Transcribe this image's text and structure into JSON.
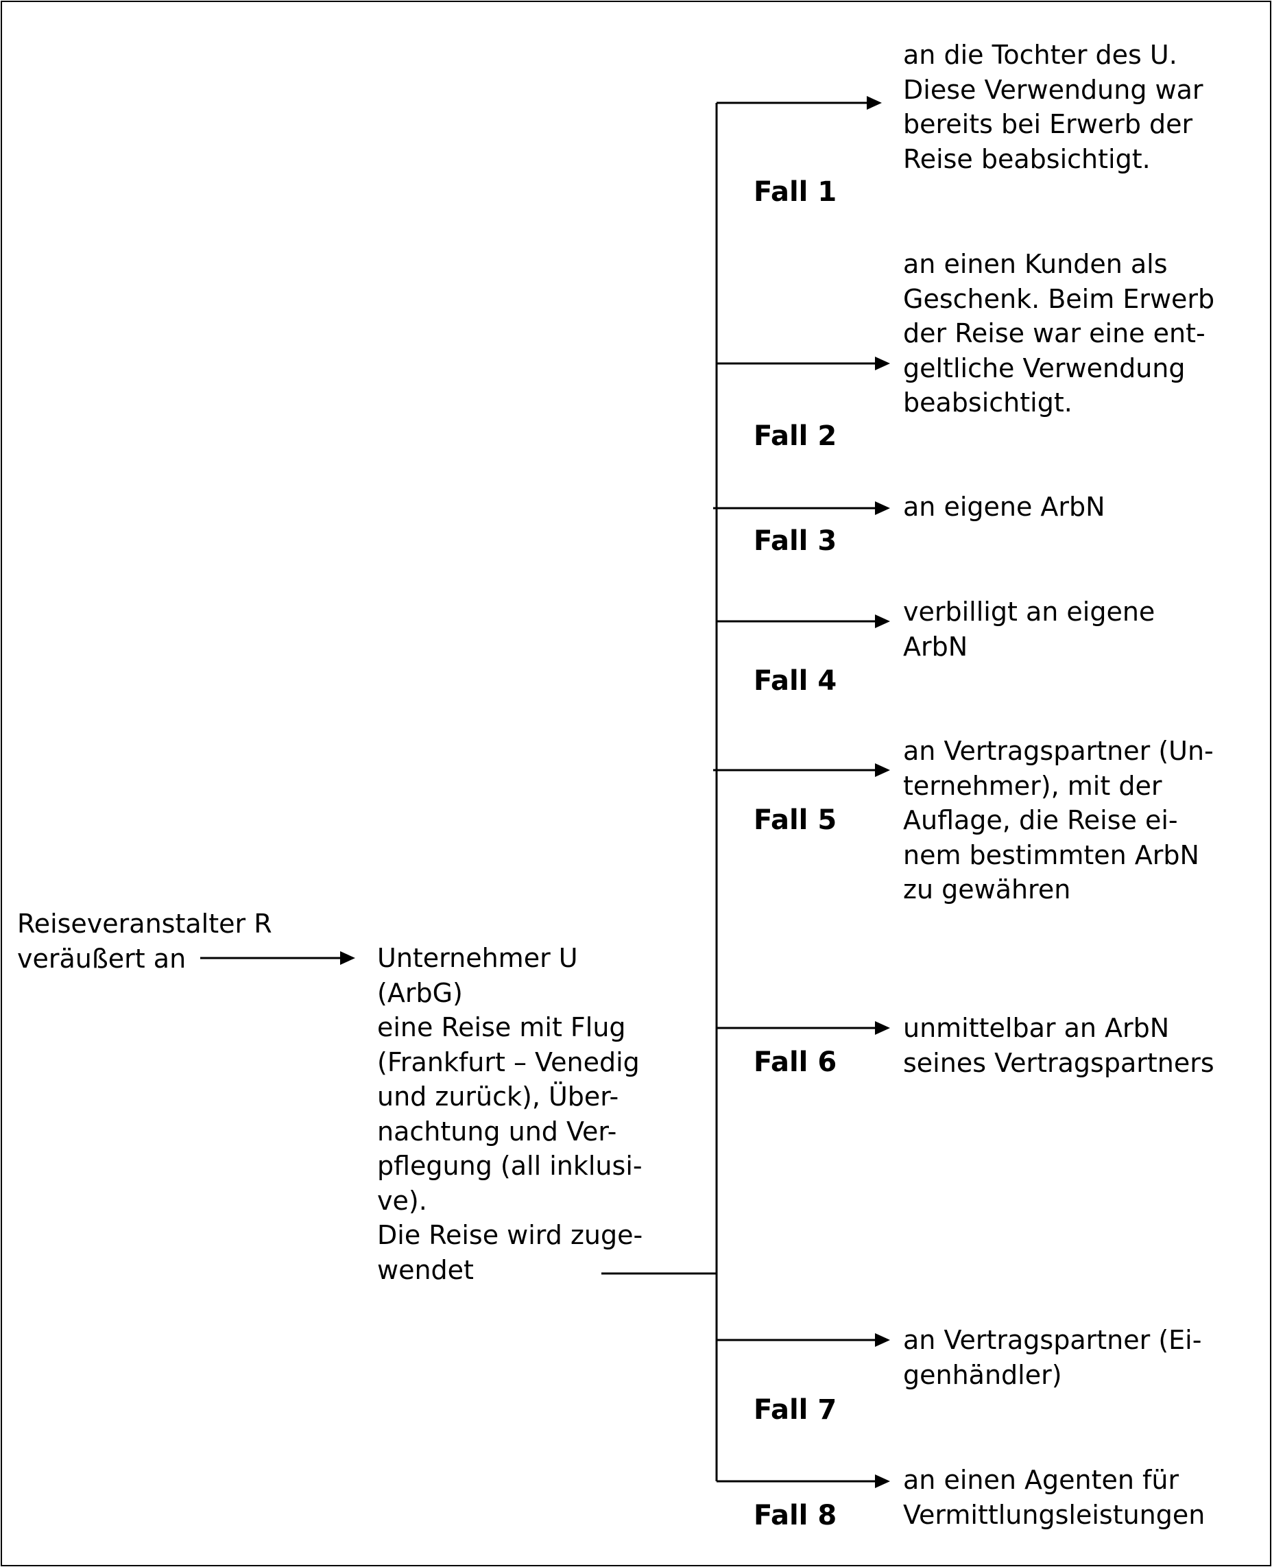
{
  "source": {
    "lines": [
      "Reiseveranstalter R",
      "veräußert an"
    ]
  },
  "company": {
    "lines": [
      "Unternehmer U",
      "(ArbG)",
      "eine Reise mit Flug",
      "(Frankfurt – Venedig",
      "und zurück), Über-",
      "nachtung und Ver-",
      "pflegung (all inklusi-",
      "ve).",
      "Die Reise wird zuge-",
      "wendet"
    ]
  },
  "cases": [
    {
      "label": "Fall 1",
      "lines": [
        "an die Tochter des U.",
        "Diese Verwendung war",
        "bereits bei Erwerb der",
        "Reise beabsichtigt."
      ]
    },
    {
      "label": "Fall 2",
      "lines": [
        "an einen Kunden als",
        "Geschenk. Beim Erwerb",
        "der Reise war eine ent-",
        "geltliche Verwendung",
        "beabsichtigt."
      ]
    },
    {
      "label": "Fall 3",
      "lines": [
        "an eigene ArbN"
      ]
    },
    {
      "label": "Fall 4",
      "lines": [
        "verbilligt an eigene",
        "ArbN"
      ]
    },
    {
      "label": "Fall 5",
      "lines": [
        "an Vertragspartner (Un-",
        "ternehmer), mit der",
        "Auflage, die Reise ei-",
        "nem bestimmten ArbN",
        "zu gewähren"
      ]
    },
    {
      "label": "Fall 6",
      "lines": [
        "unmittelbar an ArbN",
        "seines Vertragspartners"
      ]
    },
    {
      "label": "Fall 7",
      "lines": [
        "an Vertragspartner (Ei-",
        "genhändler)"
      ]
    },
    {
      "label": "Fall 8",
      "lines": [
        "an einen Agenten für",
        "Vermittlungsleistungen"
      ]
    }
  ]
}
